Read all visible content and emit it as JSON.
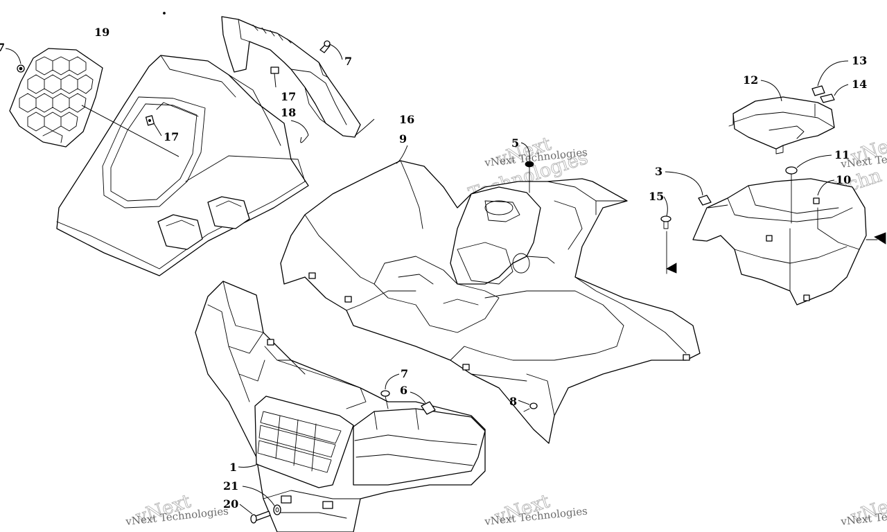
{
  "callouts": {
    "c19": "19",
    "c7a": "7",
    "c7b": "7",
    "c17a": "17",
    "c18": "18",
    "c17b": "17",
    "c16": "16",
    "c9": "9",
    "c5": "5",
    "c12": "12",
    "c13": "13",
    "c14": "14",
    "c11": "11",
    "c3": "3",
    "c15": "15",
    "c10": "10",
    "c7c": "7",
    "c6": "6",
    "c8": "8",
    "c1": "1",
    "c21": "21",
    "c20": "20"
  },
  "watermark": {
    "brand": "vNext",
    "company": "vNext Technologies",
    "company_word": "Technologies",
    "company_short": "vNext Tec",
    "company_word_short": "Techn"
  }
}
